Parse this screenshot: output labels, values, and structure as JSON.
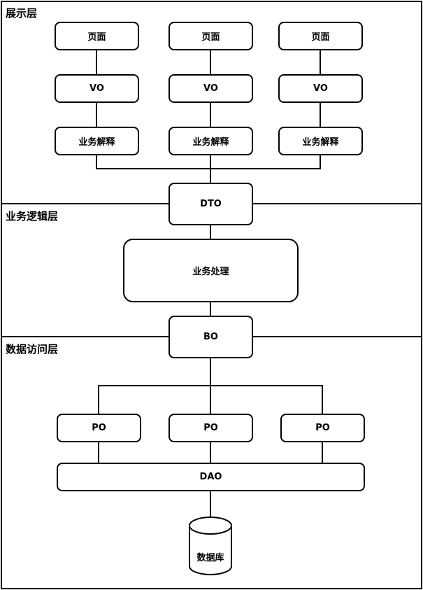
{
  "layers": {
    "presentation": "展示层",
    "business": "业务逻辑层",
    "data_access": "数据访问层"
  },
  "nodes": {
    "page_1": "页面",
    "page_2": "页面",
    "page_3": "页面",
    "vo_1": "VO",
    "vo_2": "VO",
    "vo_3": "VO",
    "interp_1": "业务解释",
    "interp_2": "业务解释",
    "interp_3": "业务解释",
    "dto": "DTO",
    "processing": "业务处理",
    "bo": "BO",
    "po_1": "PO",
    "po_2": "PO",
    "po_3": "PO",
    "dao": "DAO",
    "database": "数据库"
  }
}
